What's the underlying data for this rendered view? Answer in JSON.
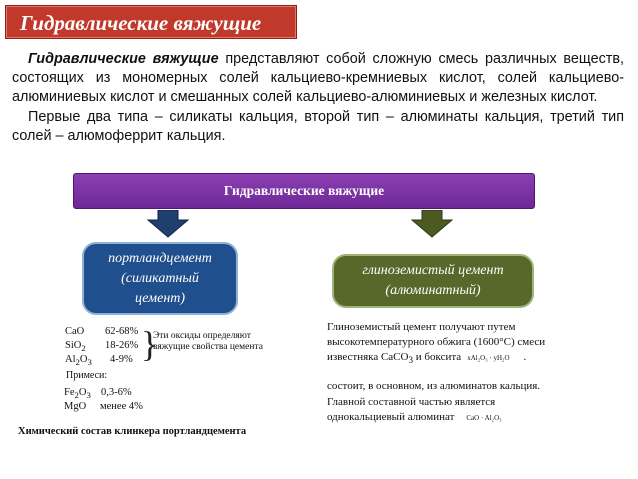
{
  "slide": {
    "title": "Гидравлические вяжущие",
    "intro": {
      "p1_term": "Гидравлические вяжущие",
      "p1_rest": " представляют собой сложную смесь различных веществ, состоящих из мономерных солей кальциево-кремниевых кислот, солей кальциево-алюминиевых кислот и смешанных солей кальциево-алюминиевых и железных кислот.",
      "p2": "Первые  два типа – силикаты кальция, второй тип – алюминаты кальция, третий тип солей – алюмоферрит кальция."
    },
    "main_box": "Гидравлические вяжущие",
    "left_box": {
      "line1": "портландцемент",
      "line2": "(силикатный",
      "line3": "цемент)"
    },
    "right_box": {
      "line1": "глиноземистый цемент",
      "line2": "(алюминатный)"
    },
    "oxides": [
      {
        "formula_base": "CaO",
        "formula_sub": "",
        "formula_tail": "",
        "value": "62-68%"
      },
      {
        "formula_base": "SiO",
        "formula_sub": "2",
        "formula_tail": "",
        "value": "18-26%"
      },
      {
        "formula_base": "Al",
        "formula_sub": "2",
        "formula_tail": "O",
        "formula_sub2": "3",
        "value": "4-9%"
      }
    ],
    "oxides_note": {
      "line1": "Эти оксиды определяют",
      "line2": "вяжущие свойства цемента"
    },
    "impurities_label": "Примеси:",
    "impurities": [
      {
        "formula_base": "Fe",
        "formula_sub": "2",
        "formula_tail": "O",
        "formula_sub2": "3",
        "value": "0,3-6%"
      },
      {
        "formula_base": "MgO",
        "value": "менее 4%"
      }
    ],
    "clinker_caption": "Химический состав клинкера портландцемента",
    "alumina_text": {
      "l1": "Глиноземистый цемент получают путем",
      "l2": "высокотемпературного обжига (1600°С) смеси",
      "l3_pre": "известняка CaCO",
      "l3_sub": "3",
      "l3_post": " и боксита",
      "l3_formula": "xAl₂O₃ · yH₂O",
      "l3_dot": ".",
      "l4": "состоит, в основном, из алюминатов кальция.",
      "l5": "Главной составной частью является",
      "l6": "однокальциевый алюминат",
      "l6_formula": "CaO · Al₂O₃"
    },
    "colors": {
      "title_bg": "#c0392b",
      "main_box": "#7b2fa3",
      "left_box": "#1f4f8c",
      "right_box": "#56682a",
      "arrow": "#1f3f6e"
    }
  }
}
